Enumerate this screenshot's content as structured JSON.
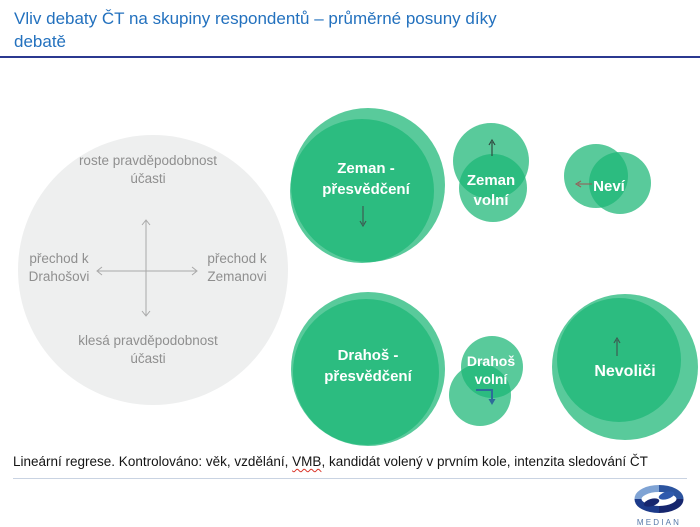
{
  "header": {
    "title_line1": "Vliv debaty ČT na skupiny respondentů – průměrné posuny díky",
    "title_line2": "debatě"
  },
  "quadrant_legend": {
    "top_label": "roste pravděpodobnost účasti",
    "left_label": "přechod k Drahošovi",
    "right_label": "přechod k Zemanovi",
    "bottom_label": "klesá pravděpodobnost účasti"
  },
  "bubbles": [
    {
      "id": "zeman-presvedceni",
      "label": "Zeman - přesvědčení",
      "size": "large",
      "shift_arrow": "down"
    },
    {
      "id": "zeman-volni",
      "label": "Zeman volní",
      "size": "small",
      "shift_arrow": "up"
    },
    {
      "id": "nevi",
      "label": "Neví",
      "size": "small",
      "shift_arrow": "left"
    },
    {
      "id": "drahos-presvedceni",
      "label": "Drahoš - přesvědčení",
      "size": "large",
      "shift_arrow": "none"
    },
    {
      "id": "drahos-volni",
      "label": "Drahoš volní",
      "size": "small",
      "shift_arrow": "right-then-down"
    },
    {
      "id": "nevolici",
      "label": "Nevoliči",
      "size": "large",
      "shift_arrow": "up"
    }
  ],
  "footnote": {
    "prefix": "Lineární regrese. Kontrolováno: věk, vzdělání, ",
    "spellchecked_word": "VMB",
    "suffix": ", kandidát volený v prvním kole, intenzita sledování ČT"
  },
  "logo": {
    "text": "MEDIAN"
  },
  "colors": {
    "title_blue": "#2371BE",
    "header_rule_navy": "#2B3990",
    "bubble_green": "rgba(28,182,118,0.73)",
    "quadrant_circle_gray": "#EEEFEF",
    "quadrant_text_gray": "#8F8F8F",
    "footnote_rule_gray": "#C9D3E2"
  }
}
